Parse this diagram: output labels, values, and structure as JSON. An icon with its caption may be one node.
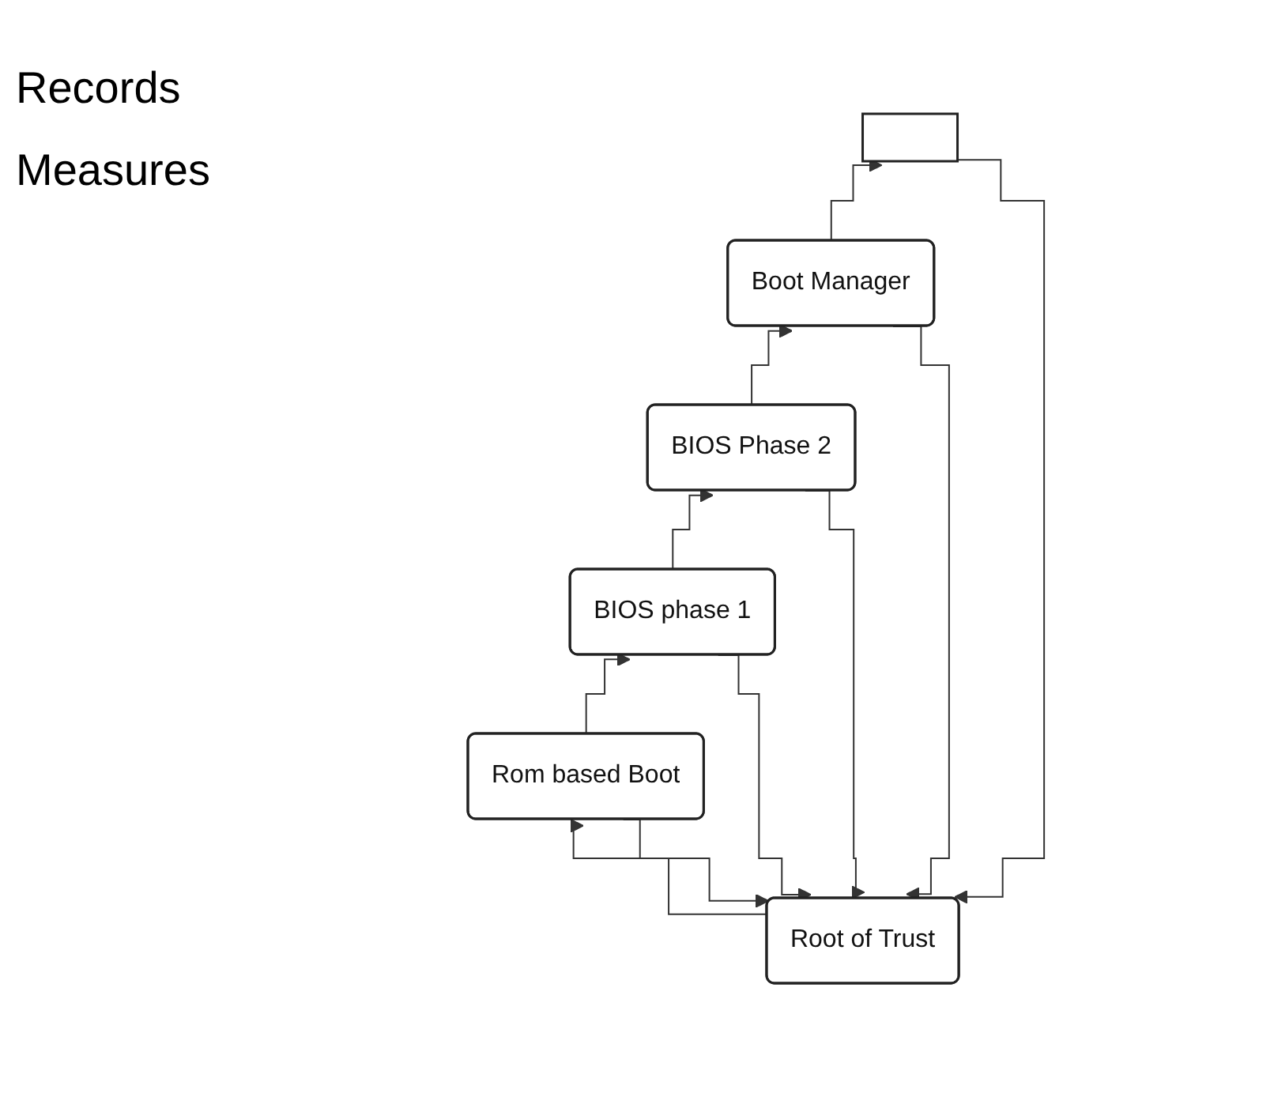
{
  "diagram": {
    "nodes": [
      {
        "text": [
          "Root of Trust"
        ]
      },
      {
        "text": [
          "Rom based Boot"
        ]
      },
      {
        "text": [
          "BIOS phase 1"
        ]
      },
      {
        "text": [
          "BIOS Phase 2"
        ]
      },
      {
        "text": [
          "Boot Manager"
        ]
      },
      {
        "text": [],
        "shape": "box"
      }
    ],
    "edges": [
      {
        "from": 0,
        "to": 1,
        "arrow": "to"
      },
      {
        "from": 1,
        "to": 2,
        "arrow": "to"
      },
      {
        "from": 2,
        "to": 3,
        "arrow": "to"
      },
      {
        "from": 3,
        "to": 4,
        "arrow": "to"
      },
      {
        "from": 4,
        "to": 5,
        "arrow": "to"
      },
      {
        "from": 1,
        "to": 0,
        "arrow": "to"
      },
      {
        "from": 2,
        "to": 0,
        "arrow": "to"
      },
      {
        "from": 3,
        "to": 0,
        "arrow": "to"
      },
      {
        "from": 4,
        "to": 0,
        "arrow": "to"
      },
      {
        "from": 5,
        "to": 0,
        "arrow": "to"
      }
    ],
    "labels": [
      "Records",
      "Measures"
    ]
  }
}
